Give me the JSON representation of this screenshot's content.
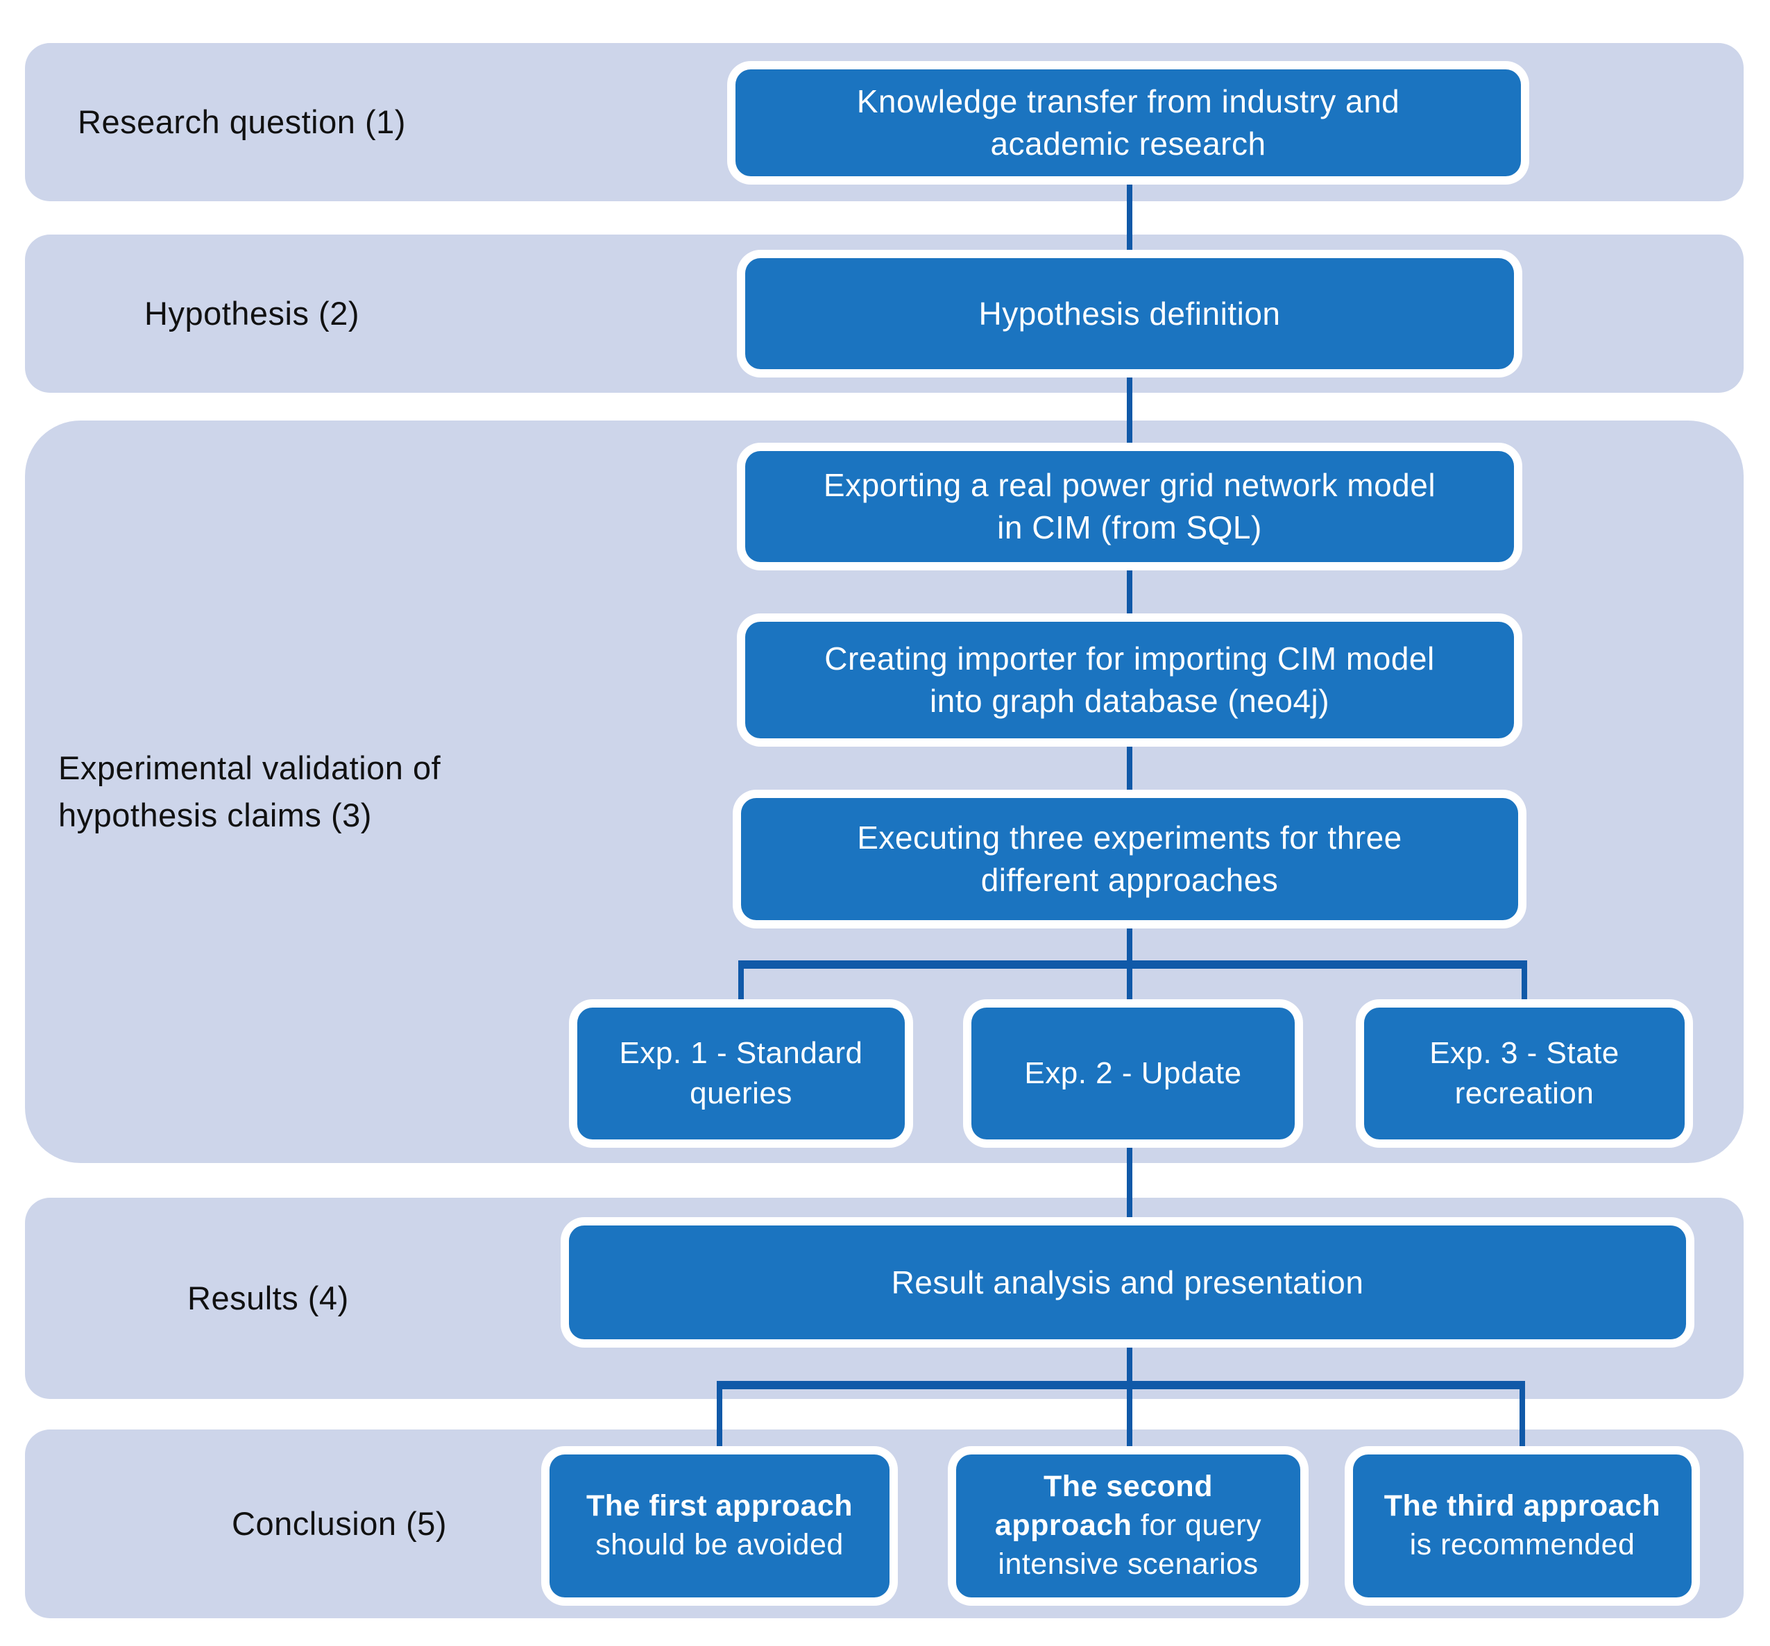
{
  "colors": {
    "band": "#CDD5EA",
    "node": "#1B74C0",
    "line": "#1059A8",
    "nodetext": "#FFFFFF",
    "label": "#111111",
    "bg": "#FFFFFF"
  },
  "bands": [
    {
      "label": "Research question (1)"
    },
    {
      "label": "Hypothesis (2)"
    },
    {
      "label": "Experimental validation of hypothesis claims (3)"
    },
    {
      "label": "Results (4)"
    },
    {
      "label": "Conclusion (5)"
    }
  ],
  "nodes": {
    "research": "Knowledge transfer from industry and academic research",
    "hypothesis": "Hypothesis definition",
    "export": "Exporting a real power grid network model in CIM (from SQL)",
    "importer": "Creating importer for importing CIM model into graph database (neo4j)",
    "executing": "Executing three experiments for three different approaches",
    "exp1": "Exp. 1 - Standard queries",
    "exp2": "Exp. 2 - Update",
    "exp3": "Exp. 3 - State recreation",
    "results": "Result analysis and presentation",
    "conclusion1": {
      "bold": "The first approach",
      "rest": " should be avoided"
    },
    "conclusion2": {
      "bold": "The second approach",
      "rest": " for query intensive scenarios"
    },
    "conclusion3": {
      "bold": "The third approach",
      "rest": " is recommended"
    }
  }
}
